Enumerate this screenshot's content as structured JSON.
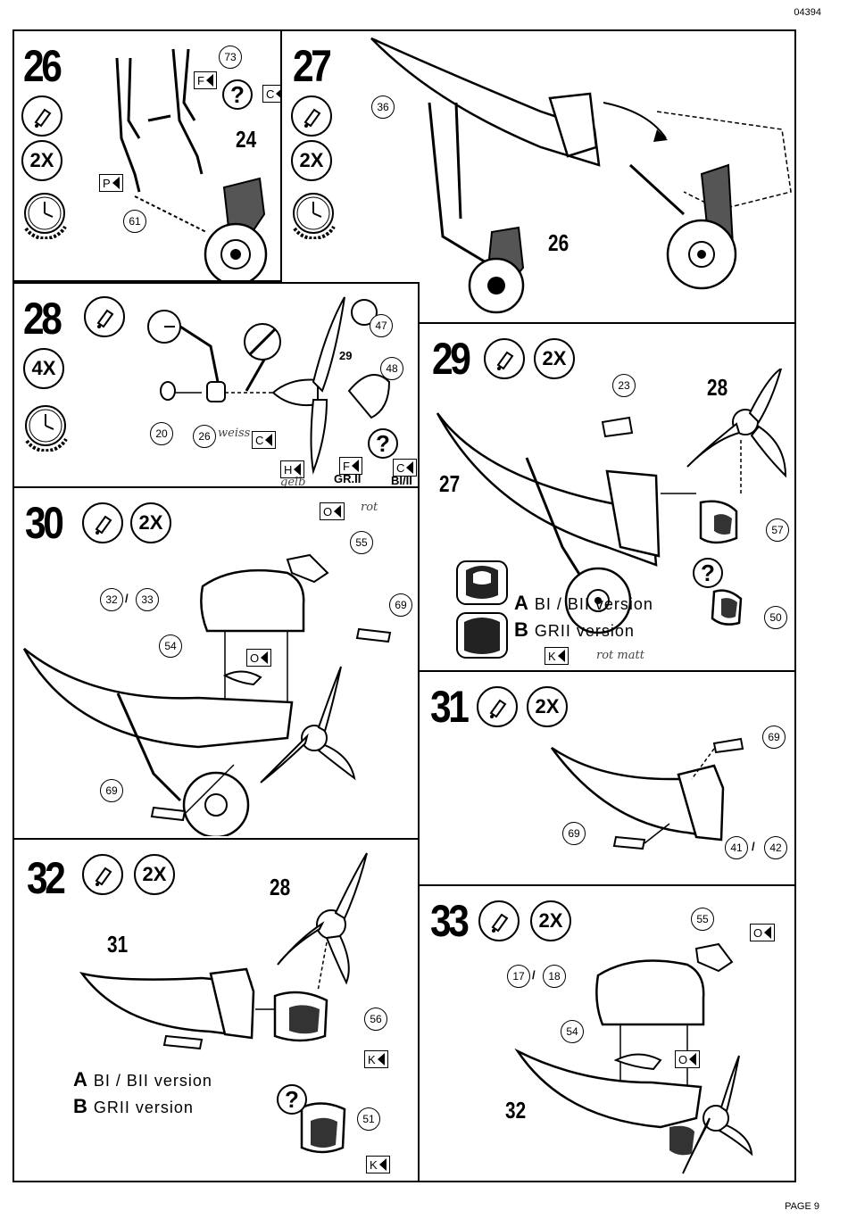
{
  "header": {
    "code": "04394"
  },
  "footer": {
    "page": "PAGE 9"
  },
  "steps": {
    "s26": {
      "number": "26",
      "badge": "2X",
      "parts": {
        "p73": "73",
        "p61": "61",
        "p24": "24"
      },
      "tags": {
        "f": "F",
        "c": "C",
        "p": "P"
      }
    },
    "s27": {
      "number": "27",
      "badge": "2X",
      "parts": {
        "p36": "36",
        "p26": "26"
      }
    },
    "s28": {
      "number": "28",
      "badge": "4X",
      "parts": {
        "p47": "47",
        "p29": "29",
        "p48": "48",
        "p20": "20",
        "p26": "26"
      },
      "tags": {
        "c": "C",
        "h": "H",
        "f": "F",
        "c2": "C"
      },
      "labels": {
        "grii": "GR.II",
        "bi": "BI/II"
      },
      "handwritten": {
        "h1": "weiss",
        "h2": "gelb"
      }
    },
    "s29": {
      "number": "29",
      "badge": "2X",
      "parts": {
        "p23": "23",
        "p28": "28",
        "p27": "27",
        "p57": "57",
        "p50": "50"
      },
      "version_a": {
        "letter": "A",
        "text": "BI / BII version"
      },
      "version_b": {
        "letter": "B",
        "text": "GRII version"
      },
      "tags": {
        "k": "K"
      },
      "handwritten": {
        "h1": "rot matt"
      }
    },
    "s30": {
      "number": "30",
      "badge": "2X",
      "parts": {
        "p55": "55",
        "p3233": "32",
        "p33": "33",
        "p69a": "69",
        "p54": "54",
        "p69b": "69"
      },
      "tags": {
        "o1": "O",
        "o2": "O"
      },
      "handwritten": {
        "h1": "rot"
      }
    },
    "s31": {
      "number": "31",
      "badge": "2X",
      "parts": {
        "p69a": "69",
        "p69b": "69",
        "p41": "41",
        "p42": "42"
      }
    },
    "s32": {
      "number": "32",
      "badge": "2X",
      "parts": {
        "p28": "28",
        "p31": "31",
        "p56": "56",
        "p51": "51"
      },
      "version_a": {
        "letter": "A",
        "text": "BI / BII version"
      },
      "version_b": {
        "letter": "B",
        "text": "GRII version"
      },
      "tags": {
        "k1": "K",
        "k2": "K"
      }
    },
    "s33": {
      "number": "33",
      "badge": "2X",
      "parts": {
        "p55": "55",
        "p17": "17",
        "p18": "18",
        "p54": "54",
        "p32": "32"
      },
      "tags": {
        "o1": "O",
        "o2": "O"
      }
    }
  }
}
